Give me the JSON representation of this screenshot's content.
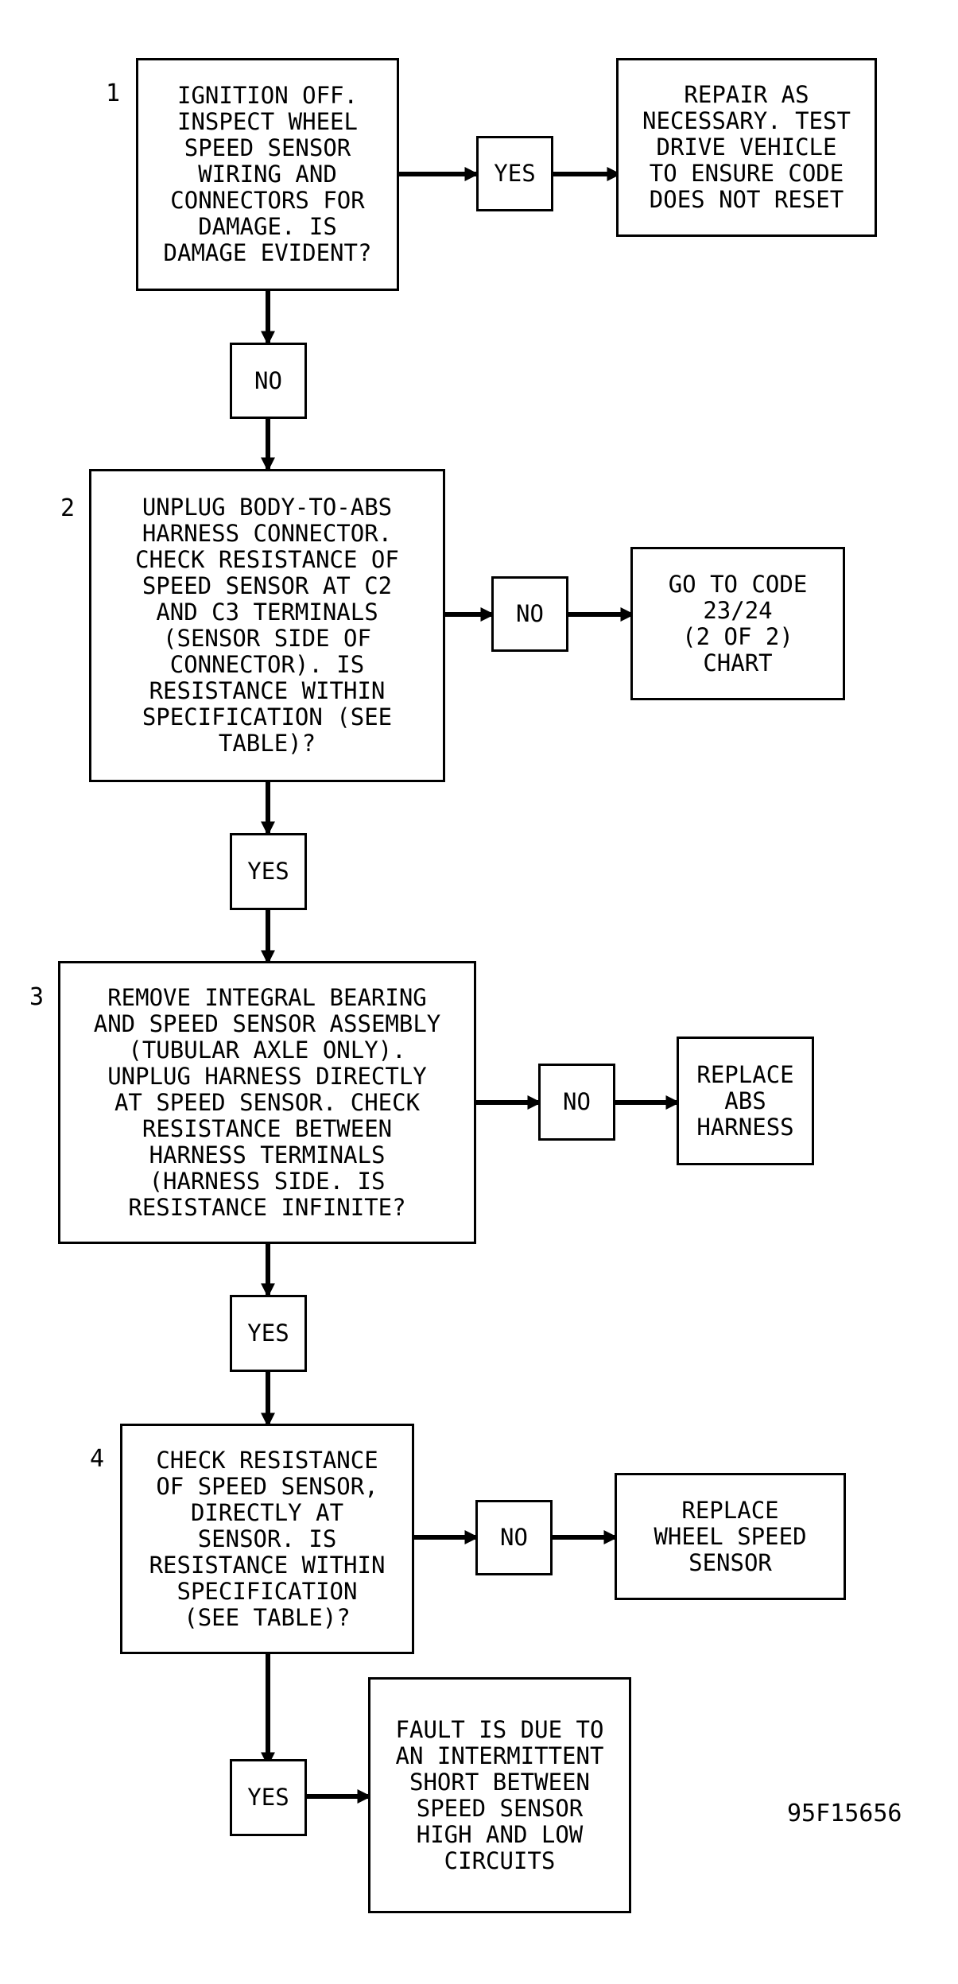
{
  "steps": [
    {
      "number": "1",
      "text": "IGNITION OFF.\nINSPECT WHEEL\nSPEED SENSOR\nWIRING AND\nCONNECTORS FOR\nDAMAGE. IS\nDAMAGE EVIDENT?"
    },
    {
      "number": "2",
      "text": "UNPLUG BODY-TO-ABS\nHARNESS CONNECTOR.\nCHECK RESISTANCE OF\nSPEED SENSOR AT C2\nAND C3 TERMINALS\n(SENSOR SIDE OF\nCONNECTOR). IS\nRESISTANCE WITHIN\nSPECIFICATION (SEE\nTABLE)?"
    },
    {
      "number": "3",
      "text": "REMOVE INTEGRAL BEARING\nAND SPEED SENSOR ASSEMBLY\n(TUBULAR AXLE ONLY).\nUNPLUG HARNESS DIRECTLY\nAT SPEED SENSOR. CHECK\nRESISTANCE BETWEEN\nHARNESS TERMINALS\n(HARNESS SIDE. IS\nRESISTANCE INFINITE?"
    },
    {
      "number": "4",
      "text": "CHECK RESISTANCE\nOF SPEED SENSOR,\nDIRECTLY AT\nSENSOR. IS\nRESISTANCE WITHIN\nSPECIFICATION\n(SEE TABLE)?"
    }
  ],
  "outcomes": [
    "REPAIR AS\nNECESSARY. TEST\nDRIVE VEHICLE\nTO ENSURE CODE\nDOES NOT RESET",
    "GO TO CODE\n23/24\n(2 OF 2)\nCHART",
    "REPLACE\nABS\nHARNESS",
    "REPLACE\nWHEEL SPEED\nSENSOR",
    "FAULT IS DUE TO\nAN INTERMITTENT\nSHORT BETWEEN\nSPEED SENSOR\nHIGH AND LOW\nCIRCUITS"
  ],
  "answers": {
    "s1_right": "YES",
    "s1_down": "NO",
    "s2_right": "NO",
    "s2_down": "YES",
    "s3_right": "NO",
    "s3_down": "YES",
    "s4_right": "NO",
    "s4_down": "YES"
  },
  "figure_id": "95F15656"
}
